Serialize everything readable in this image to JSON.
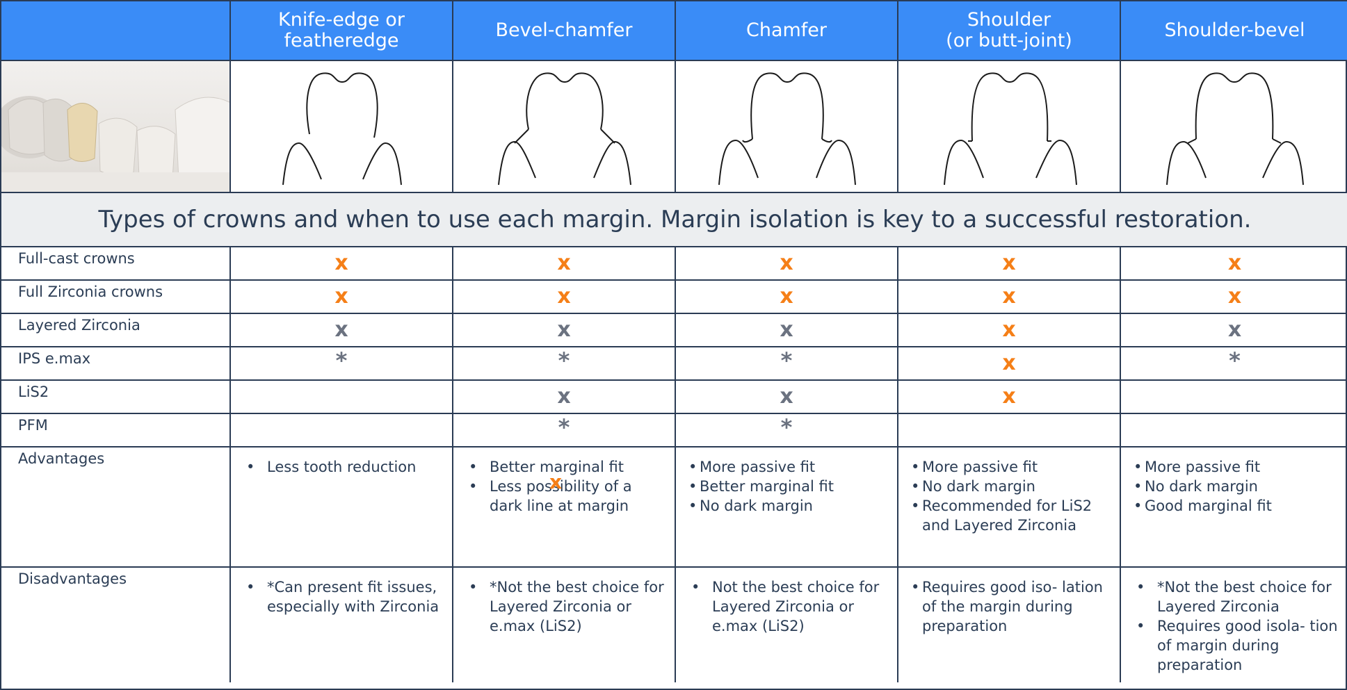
{
  "header": {
    "columns": [
      "Knife-edge   or\nfeatheredge",
      "Bevel-chamfer",
      "Chamfer",
      "Shoulder\n(or butt-joint)",
      "Shoulder-bevel"
    ]
  },
  "image_row": {
    "photo": "crowns-photo",
    "diagrams": [
      "knife-edge-margin-diagram",
      "bevel-chamfer-margin-diagram",
      "chamfer-margin-diagram",
      "shoulder-margin-diagram",
      "shoulder-bevel-margin-diagram"
    ]
  },
  "caption": "Types of crowns and when to use each margin. Margin isolation is key to a successful restoration.",
  "rows": [
    {
      "label": "Full-cast crowns",
      "marks": [
        {
          "text": "x",
          "color": "orange"
        },
        {
          "text": "x",
          "color": "orange"
        },
        {
          "text": "x",
          "color": "orange"
        },
        {
          "text": "x",
          "color": "orange"
        },
        {
          "text": "x",
          "color": "orange"
        }
      ]
    },
    {
      "label": "Full Zirconia crowns",
      "marks": [
        {
          "text": "x",
          "color": "orange"
        },
        {
          "text": "x",
          "color": "orange"
        },
        {
          "text": "x",
          "color": "orange"
        },
        {
          "text": "x",
          "color": "orange"
        },
        {
          "text": "x",
          "color": "orange"
        }
      ]
    },
    {
      "label": "Layered Zirconia",
      "marks": [
        {
          "text": "x",
          "color": "gray"
        },
        {
          "text": "x",
          "color": "gray"
        },
        {
          "text": "x",
          "color": "gray"
        },
        {
          "text": "x",
          "color": "orange"
        },
        {
          "text": "x",
          "color": "gray"
        }
      ]
    },
    {
      "label": "IPS e.max",
      "marks": [
        {
          "text": "*",
          "color": "gray"
        },
        {
          "text": "*",
          "color": "gray"
        },
        {
          "text": "*",
          "color": "gray"
        },
        {
          "text": "x",
          "color": "orange"
        },
        {
          "text": "*",
          "color": "gray"
        }
      ]
    },
    {
      "label": "LiS2",
      "marks": [
        {
          "text": "",
          "color": "gray"
        },
        {
          "text": "x",
          "color": "gray"
        },
        {
          "text": "x",
          "color": "gray"
        },
        {
          "text": "x",
          "color": "orange"
        },
        {
          "text": "",
          "color": "gray"
        }
      ]
    },
    {
      "label": "PFM",
      "marks": [
        {
          "text": "",
          "color": "gray"
        },
        {
          "text": "*",
          "color": "gray"
        },
        {
          "text": "*",
          "color": "gray"
        },
        {
          "text": "",
          "color": "gray"
        },
        {
          "text": "",
          "color": "gray"
        }
      ]
    }
  ],
  "advantages": {
    "label": "Advantages",
    "cells": [
      [
        "Less tooth reduction"
      ],
      [
        "Better marginal fit",
        "Less possibility of a dark line at margin"
      ],
      [
        "More passive fit",
        "Better  marginal  fit",
        "No dark margin"
      ],
      [
        "More passive fit",
        "No dark margin",
        "Recommended for LiS2 and Layered Zirconia"
      ],
      [
        "More passive fit",
        "No dark margin",
        "Good marginal fit"
      ]
    ],
    "overlay_mark": "x"
  },
  "disadvantages": {
    "label": "Disadvantages",
    "cells": [
      [
        "*Can present fit issues, especially with Zirconia"
      ],
      [
        "*Not the best choice for Layered Zirconia or e.max (LiS2)"
      ],
      [
        "Not the best choice for  Layered  Zirconia or e.max (LiS2)"
      ],
      [
        "Requires good iso- lation of the margin during preparation"
      ],
      [
        "*Not the best choice for Layered Zirconia",
        "Requires good isola- tion of margin during preparation"
      ]
    ]
  },
  "colors": {
    "header_bg": "#3a8cf7",
    "border": "#2a3b54",
    "mark_orange": "#f57f17",
    "mark_gray": "#6b7280",
    "caption_bg": "#eceef0",
    "text": "#2b3d55"
  }
}
